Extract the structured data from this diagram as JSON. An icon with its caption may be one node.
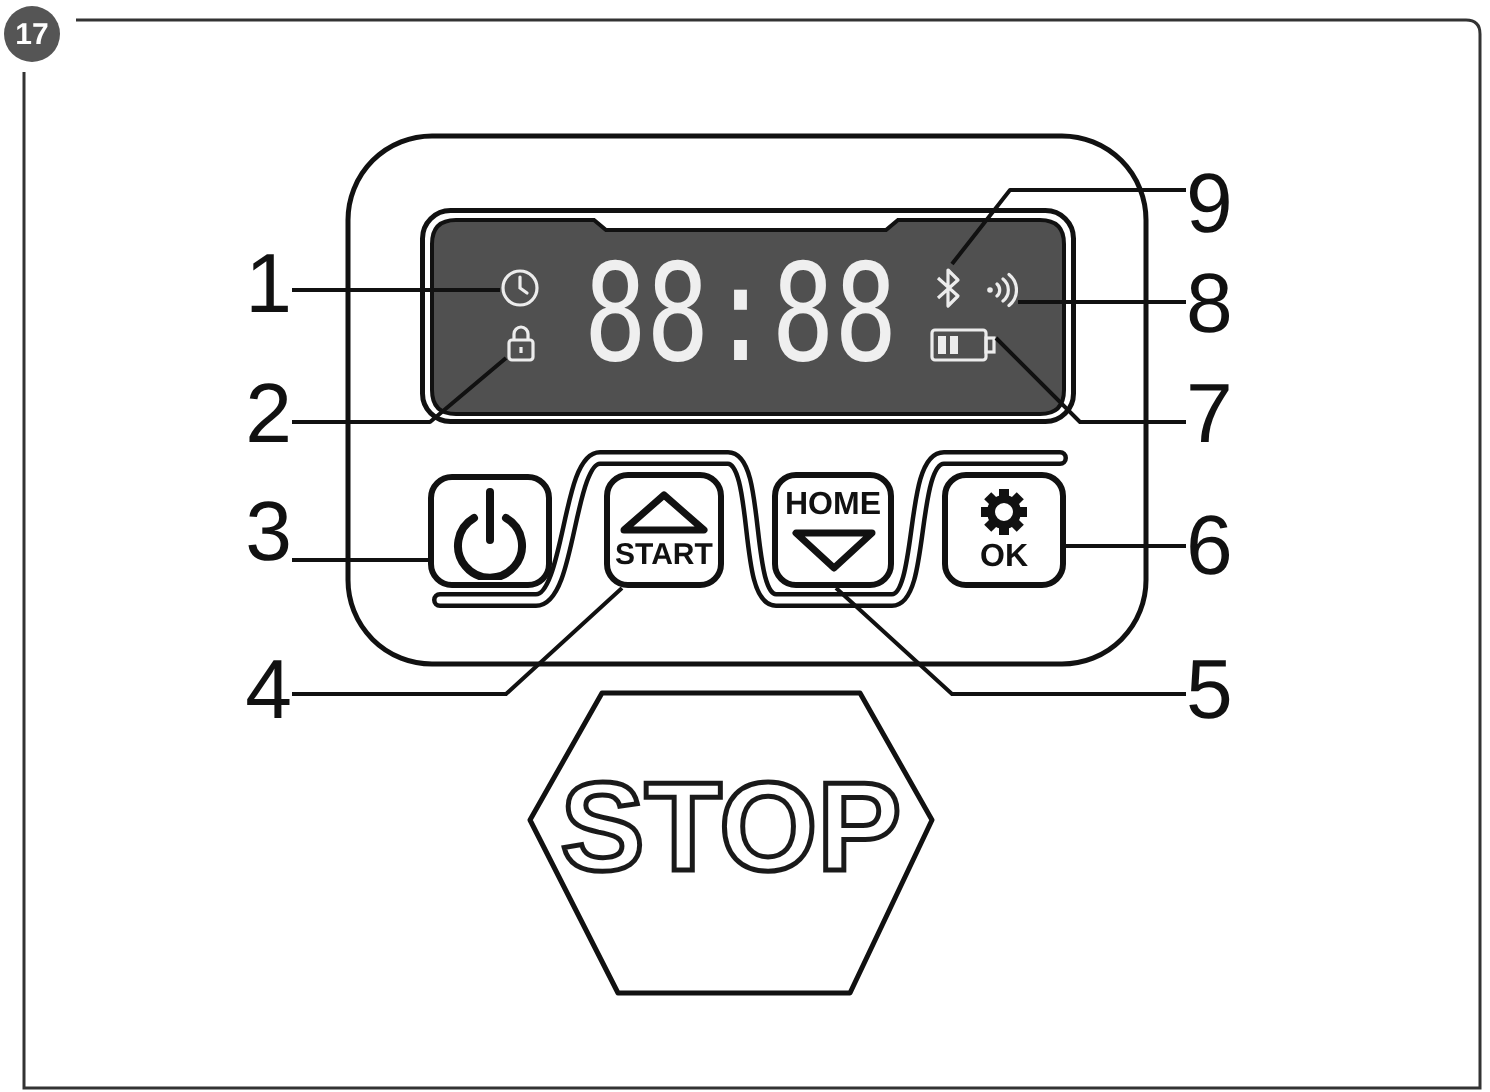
{
  "diagram": {
    "nodes": [
      {
        "text": [
          "17"
        ]
      },
      {
        "text": [
          "9"
        ]
      },
      {
        "text": [
          "88:88"
        ]
      },
      {
        "text": [],
        "shape": "picture",
        "in": 2
      },
      {
        "text": [],
        "shape": "picture",
        "in": 2
      },
      {
        "text": [],
        "shape": "picture",
        "in": 2
      },
      {
        "text": [],
        "shape": "picture",
        "in": 2
      },
      {
        "text": [],
        "shape": "picture",
        "in": 2
      },
      {
        "text": [
          "1"
        ]
      },
      {
        "text": [
          "8"
        ]
      },
      {
        "text": [
          "2"
        ]
      },
      {
        "text": [
          "7"
        ]
      },
      {
        "text": [
          "3"
        ]
      },
      {
        "text": [],
        "shape": "box"
      },
      {
        "text": [
          "START"
        ]
      },
      {
        "text": [
          "HOME"
        ]
      },
      {
        "text": [
          "OK"
        ]
      },
      {
        "text": [
          "6"
        ]
      },
      {
        "text": [
          "4"
        ]
      },
      {
        "text": [
          "5"
        ]
      },
      {
        "text": [
          "STOP"
        ]
      }
    ],
    "edges": [
      {
        "from": 8,
        "to": 3,
        "arrow": "none"
      },
      {
        "from": 10,
        "to": 6,
        "arrow": "none"
      },
      {
        "from": 12,
        "to": 13,
        "arrow": "none"
      },
      {
        "from": 18,
        "to": 14,
        "arrow": "none"
      },
      {
        "from": 19,
        "to": 15,
        "arrow": "none"
      },
      {
        "from": 17,
        "to": 16,
        "arrow": "none"
      },
      {
        "from": 11,
        "to": 7,
        "arrow": "none"
      },
      {
        "from": 9,
        "to": 5,
        "arrow": "none"
      },
      {
        "from": 1,
        "to": 4,
        "arrow": "none"
      }
    ]
  }
}
